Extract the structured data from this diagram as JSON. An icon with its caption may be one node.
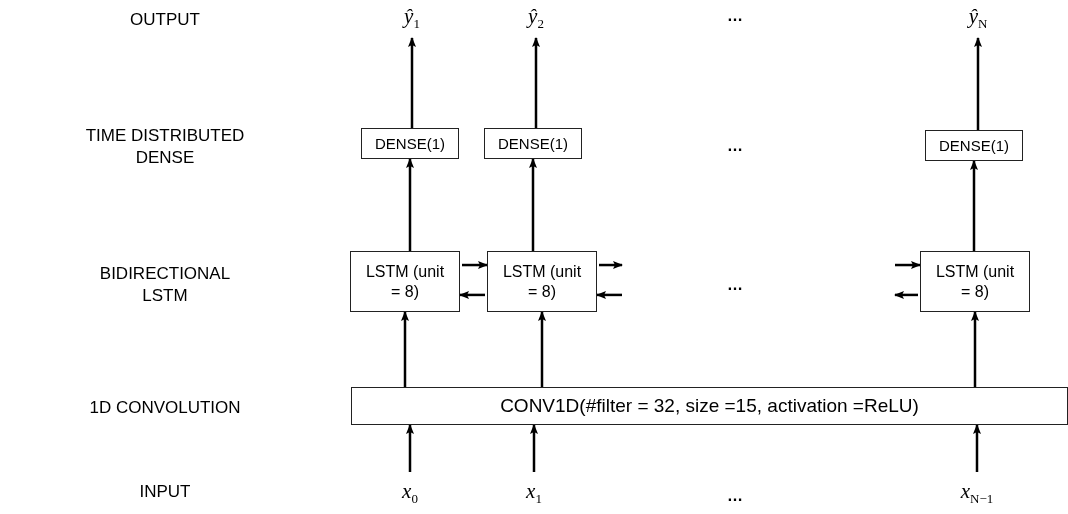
{
  "diagram": {
    "nodes": [
      {
        "text": [
          "x$_{0}$"
        ]
      },
      {
        "text": [
          "x$_{1}$"
        ]
      },
      {
        "text": [
          "x$_{N−1}$"
        ]
      },
      {
        "text": [
          "CONV1D(#filter = 32, size =15, activation =ReLU)"
        ]
      },
      {
        "text": [
          "LSTM (unit = 8)"
        ]
      },
      {
        "text": [
          "LSTM (unit = 8)"
        ]
      },
      {
        "text": [
          "LSTM (unit = 8)"
        ]
      },
      {
        "text": [
          "DENSE(1)"
        ]
      },
      {
        "text": [
          "DENSE(1)"
        ]
      },
      {
        "text": [
          "DENSE(1)"
        ]
      },
      {
        "text": [
          "ŷ$_{1}$"
        ]
      },
      {
        "text": [
          "ŷ$_{2}$"
        ]
      },
      {
        "text": [
          "ŷ$_{N}$"
        ]
      }
    ],
    "edges": [
      {
        "from": 0,
        "to": 3,
        "arrow": "to"
      },
      {
        "from": 1,
        "to": 3,
        "arrow": "to"
      },
      {
        "from": 2,
        "to": 3,
        "arrow": "to"
      },
      {
        "from": 3,
        "to": 4,
        "arrow": "to"
      },
      {
        "from": 3,
        "to": 5,
        "arrow": "to"
      },
      {
        "from": 3,
        "to": 6,
        "arrow": "to"
      },
      {
        "from": 4,
        "to": 7,
        "arrow": "to"
      },
      {
        "from": 5,
        "to": 8,
        "arrow": "to"
      },
      {
        "from": 6,
        "to": 9,
        "arrow": "to"
      },
      {
        "from": 7,
        "to": 10,
        "arrow": "to"
      },
      {
        "from": 8,
        "to": 11,
        "arrow": "to"
      },
      {
        "from": 9,
        "to": 12,
        "arrow": "to"
      },
      {
        "from": 4,
        "to": 5,
        "arrow": "to"
      },
      {
        "from": 5,
        "to": 4,
        "arrow": "to"
      },
      {
        "from": 5,
        "to": null,
        "arrow": "to"
      },
      {
        "from": null,
        "to": 5,
        "arrow": "to"
      },
      {
        "from": null,
        "to": 6,
        "arrow": "to"
      },
      {
        "from": 6,
        "to": null,
        "arrow": "to"
      }
    ],
    "labels": [
      "OUTPUT",
      "…",
      "TIME DISTRIBUTED DENSE",
      "…",
      "BIDIRECTIONAL LSTM",
      "…",
      "1D CONVOLUTION",
      "INPUT",
      "…"
    ]
  }
}
